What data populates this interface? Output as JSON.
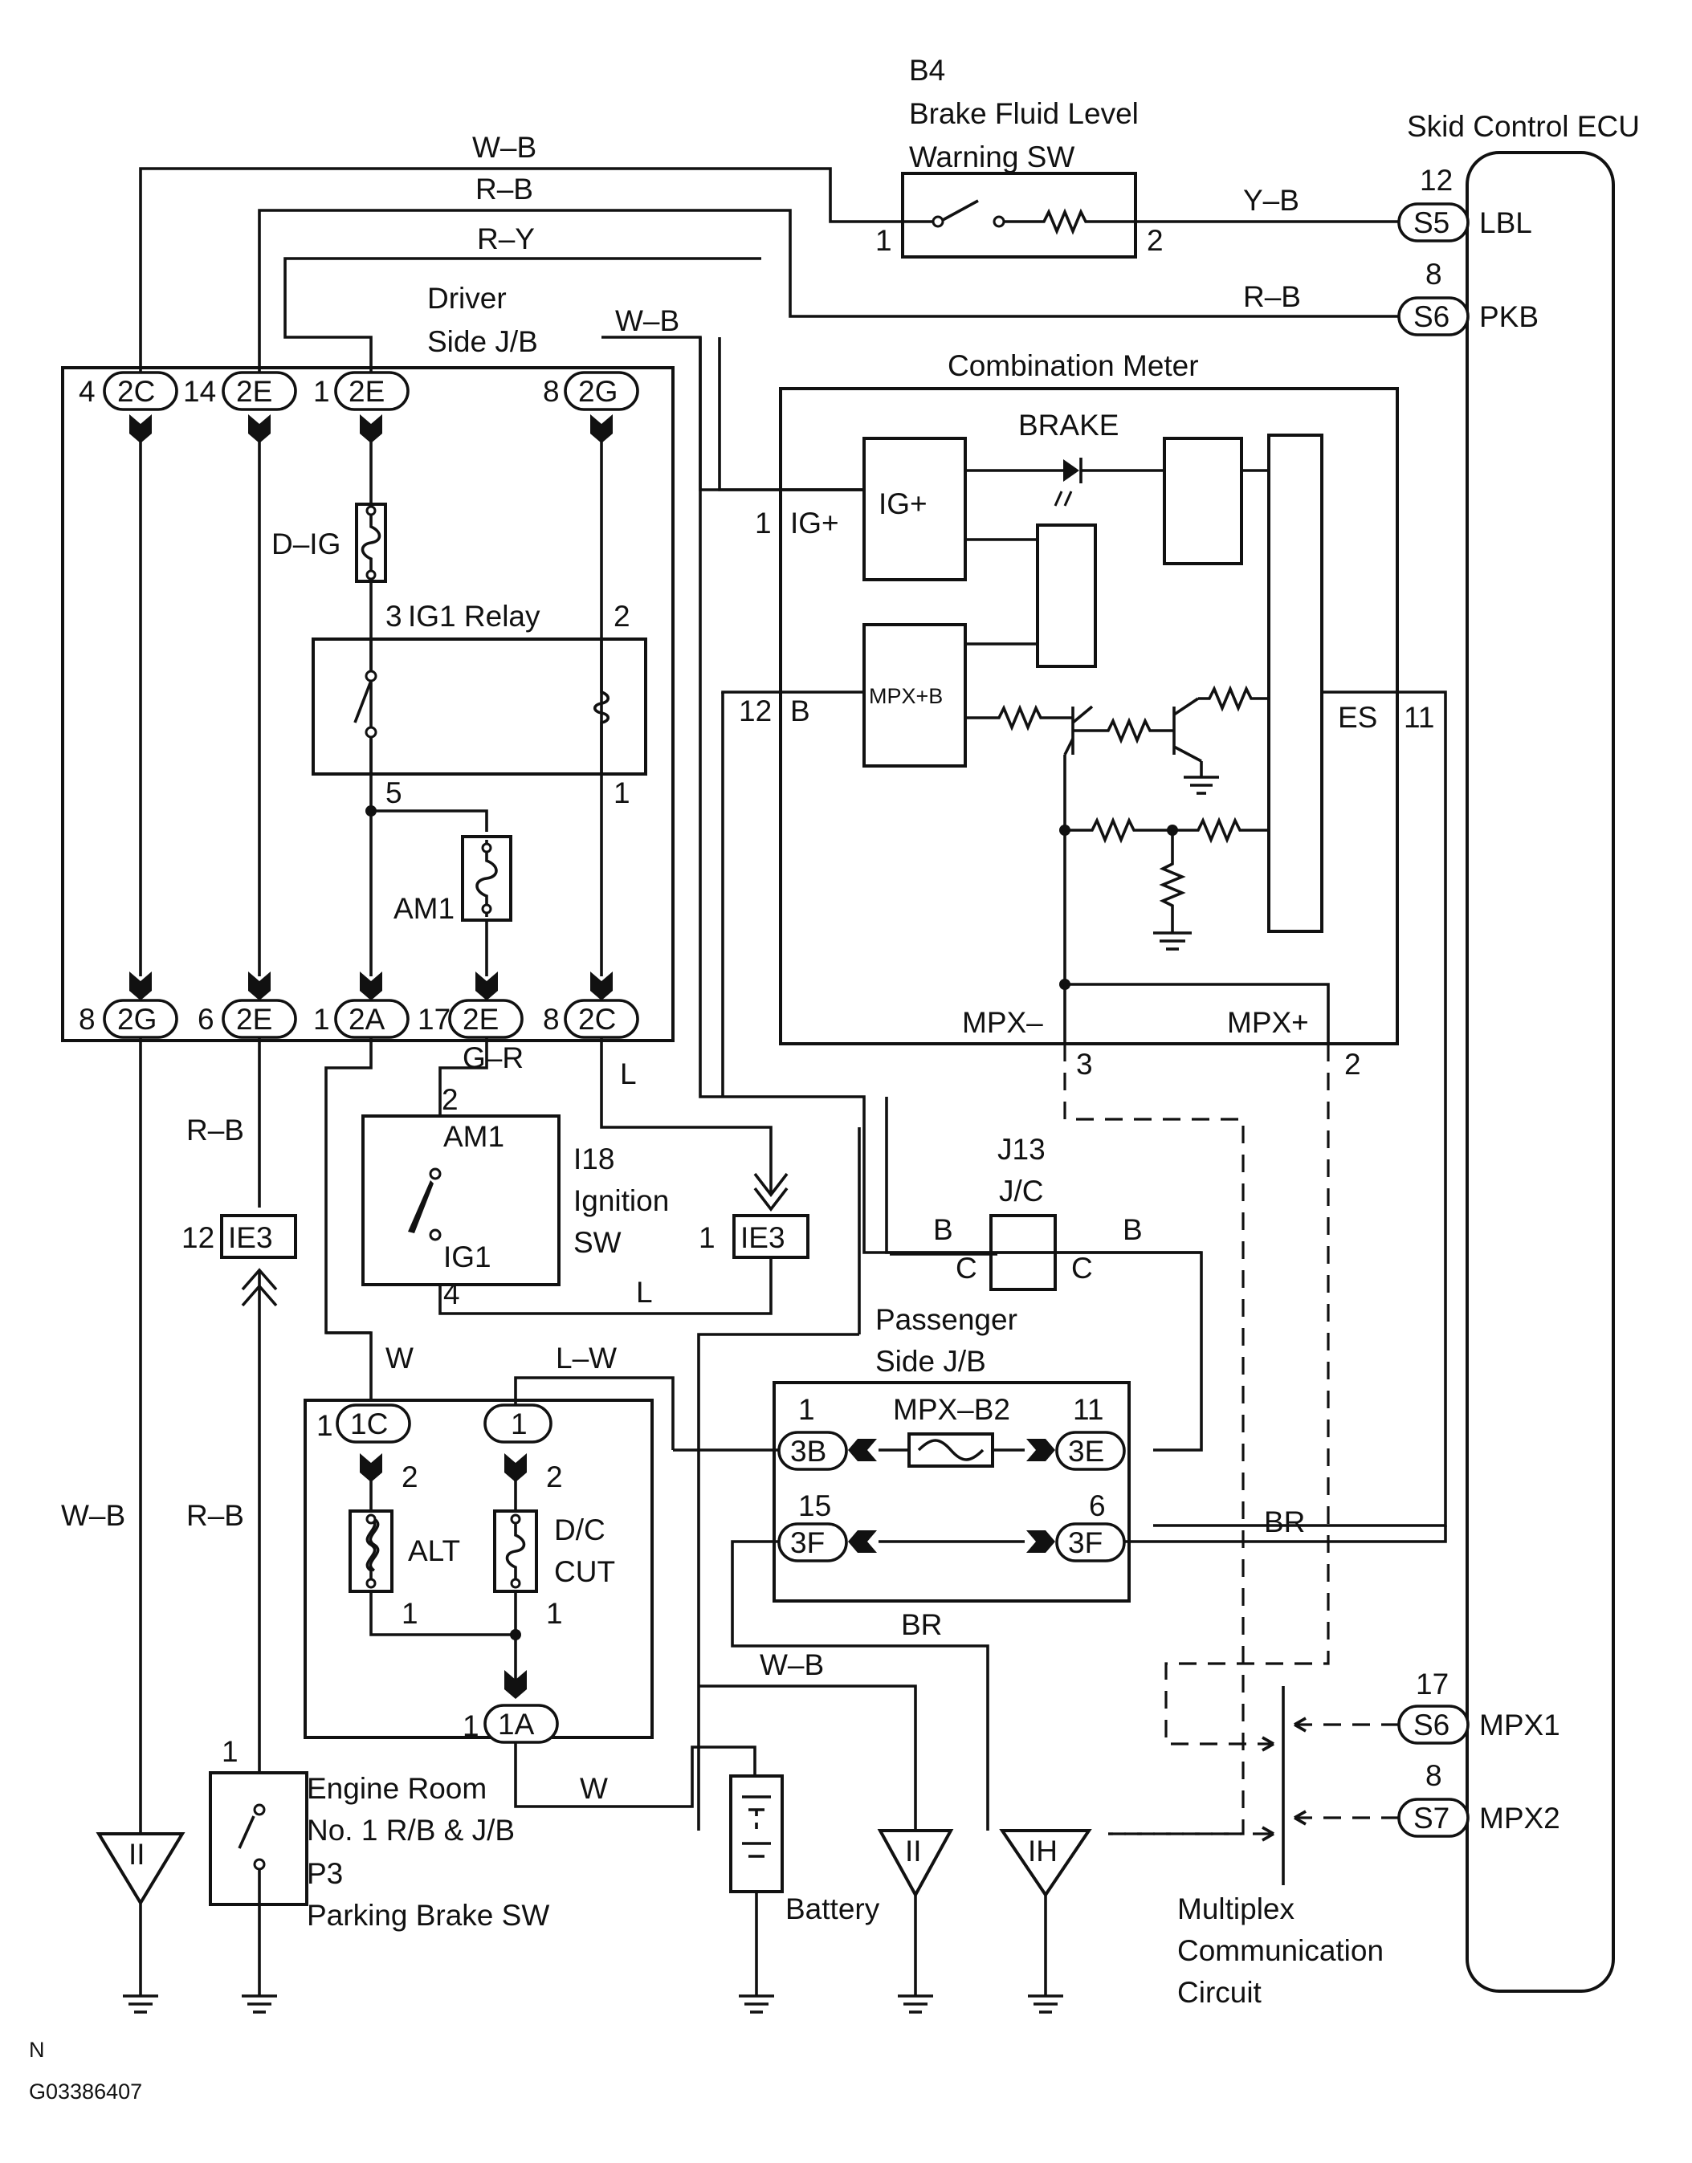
{
  "footer": {
    "orientation": "N",
    "figure_id": "G03386407"
  },
  "components": {
    "b4": {
      "code": "B4",
      "name_line1": "Brake Fluid Level",
      "name_line2": "Warning SW",
      "pin1": "1",
      "pin2": "2"
    },
    "ecu": {
      "name": "Skid Control ECU"
    },
    "djb": {
      "line1": "Driver",
      "line2": "Side J/B"
    },
    "relay": {
      "name": "IG1 Relay",
      "fuse_dig": "D–IG",
      "fuse_am1": "AM1",
      "pin3": "3",
      "pin2": "2",
      "pin5": "5",
      "pin1": "1"
    },
    "meter": {
      "name": "Combination Meter",
      "brake": "BRAKE",
      "ig_block": "IG+",
      "mpxb_block": "MPX+B",
      "pin_ig": "IG+",
      "pin_ig_no": "1",
      "pin_b": "B",
      "pin_b_no": "12",
      "pin_es": "ES",
      "pin_es_no": "11",
      "mpx_minus": "MPX–",
      "mpx_plus": "MPX+",
      "mpx_minus_no": "3",
      "mpx_plus_no": "2"
    },
    "ign": {
      "code": "I18",
      "line1": "Ignition",
      "line2": "SW",
      "am1": "AM1",
      "ig1": "IG1",
      "pin2": "2",
      "pin4": "4"
    },
    "j13": {
      "code": "J13",
      "name": "J/C",
      "left": "C",
      "right": "C"
    },
    "pjb": {
      "line1": "Passenger",
      "line2": "Side J/B",
      "fuse": "MPX–B2",
      "n1": "1",
      "n11": "11",
      "n15": "15",
      "n6": "6",
      "c3b": "3B",
      "c3e": "3E",
      "c3f_left": "3F",
      "c3f_right": "3F"
    },
    "erjb": {
      "line1": "Engine Room",
      "line2": "No. 1 R/B & J/B",
      "alt": "ALT",
      "dc1": "D/C",
      "dc2": "CUT",
      "c1c": "1C",
      "c1": "1",
      "c1a": "1A",
      "n1c": "1",
      "n1a": "1",
      "n2a": "2",
      "n2b": "2",
      "n1x": "1",
      "n1y": "1"
    },
    "parking": {
      "code": "P3",
      "name": "Parking Brake SW",
      "pin": "1"
    },
    "battery": {
      "name": "Battery"
    },
    "mpx": {
      "line1": "Multiplex",
      "line2": "Communication",
      "line3": "Circuit"
    }
  },
  "connectors": {
    "s5": {
      "id": "S5",
      "pin": "12",
      "sig": "LBL"
    },
    "s6a": {
      "id": "S6",
      "pin": "8",
      "sig": "PKB"
    },
    "s6b": {
      "id": "S6",
      "pin": "17",
      "sig": "MPX1"
    },
    "s7": {
      "id": "S7",
      "pin": "8",
      "sig": "MPX2"
    },
    "top": [
      {
        "pin": "4",
        "id": "2C"
      },
      {
        "pin": "14",
        "id": "2E"
      },
      {
        "pin": "1",
        "id": "2E"
      },
      {
        "pin": "8",
        "id": "2G"
      }
    ],
    "bottom": [
      {
        "pin": "8",
        "id": "2G"
      },
      {
        "pin": "6",
        "id": "2E"
      },
      {
        "pin": "1",
        "id": "2A"
      },
      {
        "pin": "17",
        "id": "2E"
      },
      {
        "pin": "8",
        "id": "2C"
      }
    ],
    "ie3_left": {
      "pin": "12",
      "id": "IE3"
    },
    "ie3_right": {
      "pin": "1",
      "id": "IE3"
    }
  },
  "wires": {
    "wb_top": "W–B",
    "rb_top": "R–B",
    "ry_top": "R–Y",
    "wb_jb": "W–B",
    "yb": "Y–B",
    "rb_pkb": "R–B",
    "gr": "G–R",
    "l_top": "L",
    "l_bottom": "L",
    "rb_left": "R–B",
    "rb_left2": "R–B",
    "wb_left": "W–B",
    "w_left": "W",
    "lw": "L–W",
    "b_left": "B",
    "b_right": "B",
    "br_right": "BR",
    "br_bottom": "BR",
    "wb_bottom": "W–B",
    "w_battery": "W"
  },
  "grounds": {
    "g1": "II",
    "g2": "II",
    "g3": "IH"
  }
}
